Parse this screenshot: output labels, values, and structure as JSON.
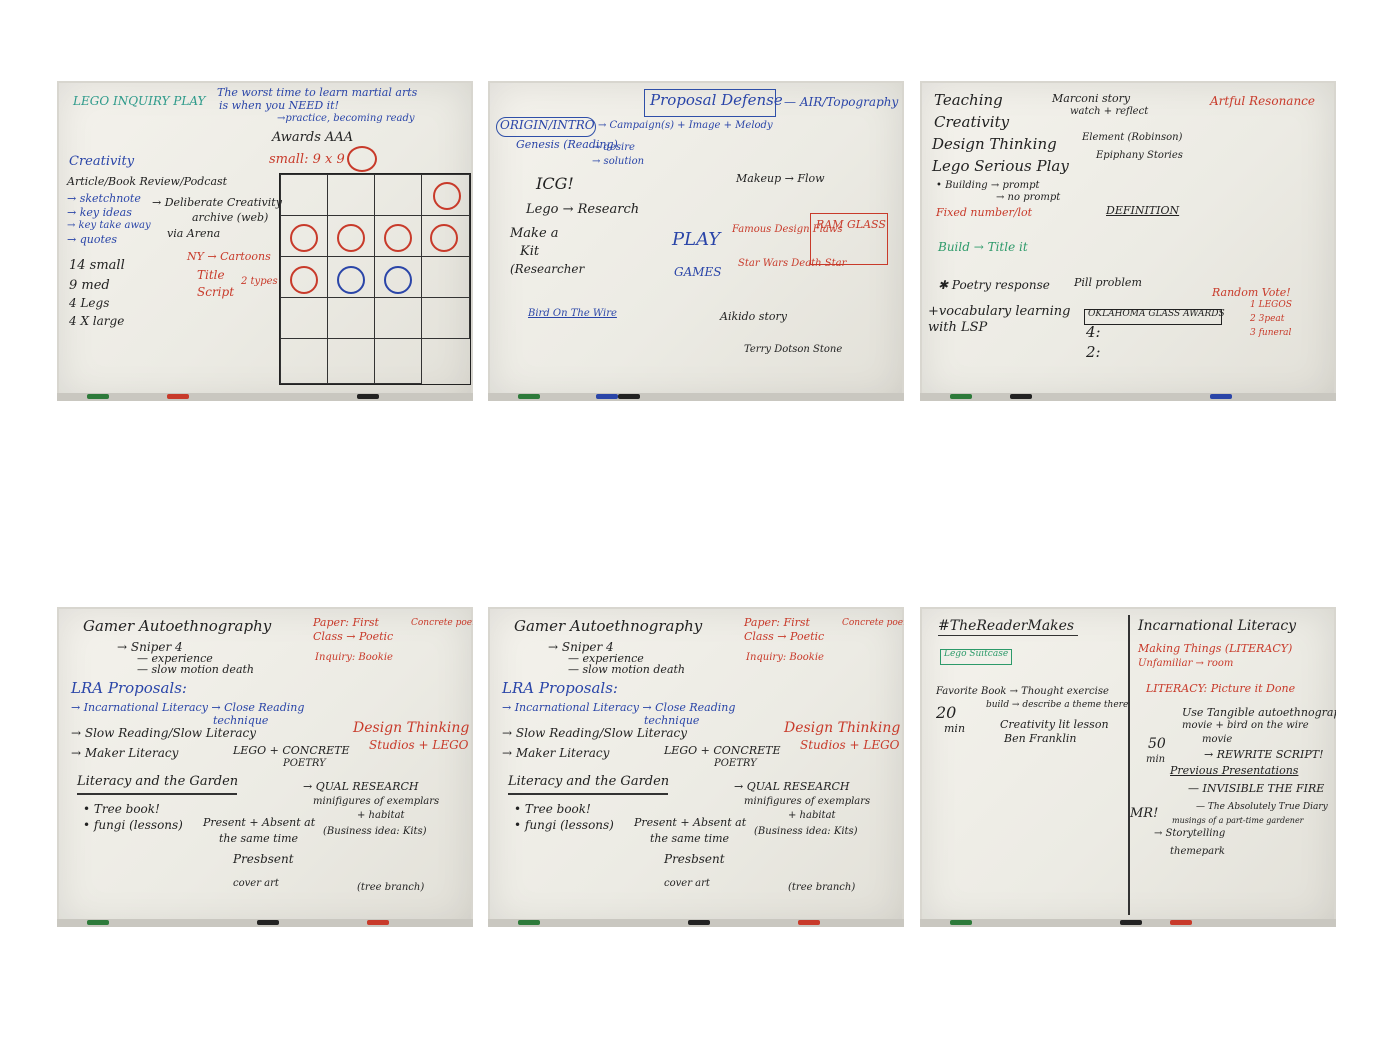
{
  "boards": [
    {
      "caption": "",
      "texts": {
        "lego_inquiry": "LEGO INQUIRY PLAY",
        "martial": "The worst time to learn martial arts",
        "martial2": "is when you NEED it!",
        "practice": "→practice, becoming ready",
        "awards": "Awards AAA",
        "small": "small: 9 x 9",
        "creativity": "Creativity",
        "article": "Article/Book Review/Podcast",
        "sketch": "→ sketchnote",
        "key": "→ key ideas",
        "takeaway": "→ key take away",
        "quotes": "→ quotes",
        "deliberate": "→ Deliberate Creativity",
        "archive": "archive (web)",
        "arena": "via Arena",
        "fourteen": "14 small",
        "nine": "9 med",
        "legs": "4 Legs",
        "xlarge": "4 X large",
        "ny": "NY → Cartoons",
        "title": "Title",
        "script": "Script",
        "types": "2 types"
      }
    },
    {
      "caption": "",
      "texts": {
        "proposal": "Proposal Defense",
        "origin": "ORIGIN/INTRO",
        "campaign": "→ Campaign(s) + Image + Melody",
        "genesis": "Genesis (Reading)",
        "desire": "→ desire",
        "solution": "→ solution",
        "icg": "ICG!",
        "lego": "Lego → Research",
        "make": "Make a",
        "kit": "Kit",
        "researcher": "(Researcher",
        "play": "PLAY",
        "games": "GAMES",
        "air": "— AIR/Topography",
        "ram": "RAM GLASS",
        "makeup": "Makeup → Flow",
        "famous": "Famous Design Flaws",
        "starwars": "Star Wars Death Star",
        "aikido": "Aikido story",
        "terry": "Terry Dotson Stone",
        "bird": "Bird On The Wire"
      }
    },
    {
      "caption": "",
      "texts": {
        "teaching": "Teaching",
        "creativity": "Creativity",
        "design": "Design Thinking",
        "lsp": "Lego Serious Play",
        "marconi": "Marconi story",
        "watch": "watch + reflect",
        "element": "Element (Robinson)",
        "epiphany": "Epiphany Stories",
        "artful": "Artful Resonance",
        "building": "• Building → prompt",
        "noprompt": "→ no prompt",
        "fixed": "Fixed number/lot",
        "build": "Build → Title it",
        "poetry": "✱ Poetry response",
        "vocab": "+vocabulary learning",
        "withlsp": "with LSP",
        "definition": "DEFINITION",
        "pill": "Pill problem",
        "oklahoma": "OKLAHOMA GLASS AWARDS",
        "four": "4:",
        "two": "2:",
        "random": "Random Vote!",
        "legos": "1 LEGOS",
        "threepeat": "2 3peat",
        "funeral": "3 funeral"
      }
    },
    {
      "caption": "",
      "texts": {
        "gamer": "Gamer Autoethnography",
        "sniper": "→ Sniper 4",
        "experience": "— experience",
        "slowmo": "— slow motion death",
        "paper": "Paper: First",
        "class": "Class → Poetic",
        "inquiry": "Inquiry: Bookie",
        "concrete": "Concrete poems",
        "lra": "LRA Proposals:",
        "incarnational": "→ Incarnational Literacy → Close Reading",
        "technique": "technique",
        "slow": "→ Slow Reading/Slow Literacy",
        "maker": "→ Maker Literacy",
        "design": "Design Thinking",
        "studios": "Studios + LEGO",
        "legoconcrete": "LEGO + CONCRETE",
        "poetry": "POETRY",
        "qual": "→ QUAL RESEARCH",
        "garden": "Literacy and the Garden",
        "tree": "• Tree book!",
        "fungi": "• fungi (lessons)",
        "present": "Present + Absent at",
        "sametime": "the same time",
        "presbsent": "Presbsent",
        "coverart": "cover art",
        "minifig": "minifigures of exemplars",
        "habitat": "+ habitat",
        "business": "(Business idea: Kits)",
        "treebranch": "(tree branch)"
      }
    },
    {
      "caption": "",
      "texts": {
        "gamer": "Gamer Autoethnography",
        "sniper": "→ Sniper 4",
        "experience": "— experience",
        "slowmo": "— slow motion death",
        "paper": "Paper: First",
        "class": "Class → Poetic",
        "inquiry": "Inquiry: Bookie",
        "concrete": "Concrete poems",
        "lra": "LRA Proposals:",
        "incarnational": "→ Incarnational Literacy → Close Reading",
        "technique": "technique",
        "slow": "→ Slow Reading/Slow Literacy",
        "maker": "→ Maker Literacy",
        "design": "Design Thinking",
        "studios": "Studios + LEGO",
        "legoconcrete": "LEGO + CONCRETE",
        "poetry": "POETRY",
        "qual": "→ QUAL RESEARCH",
        "garden": "Literacy and the Garden",
        "tree": "• Tree book!",
        "fungi": "• fungi (lessons)",
        "present": "Present + Absent at",
        "sametime": "the same time",
        "presbsent": "Presbsent",
        "coverart": "cover art",
        "minifig": "minifigures of exemplars",
        "habitat": "+ habitat",
        "business": "(Business idea: Kits)",
        "treebranch": "(tree branch)"
      }
    },
    {
      "caption": "",
      "texts": {
        "reader": "#TheReaderMakes",
        "legosuitcase": "Lego Suitcase",
        "favorite": "Favorite Book → Thought exercise",
        "buildit": "build → describe a theme there",
        "twenty": "20",
        "min": "min",
        "creativity": "Creativity lit lesson",
        "franklin": "Ben Franklin",
        "incarnational": "Incarnational Literacy",
        "making": "Making Things (LITERACY)",
        "unfamiliar": "Unfamiliar → room",
        "literacy": "LITERACY: Picture it Done",
        "use": "Use Tangible autoethnography",
        "movie": "movie + bird on the wire",
        "movie2": "movie",
        "fifty": "50",
        "min2": "min",
        "rewrite": "→ REWRITE SCRIPT!",
        "previous": "Previous Presentations",
        "invisible": "— INVISIBLE THE FIRE",
        "absolutely": "— The Absolutely True Diary",
        "musings": "musings of a part-time gardener",
        "mr": "MR!",
        "storytelling": "→ Storytelling",
        "themepark": "themepark"
      }
    }
  ]
}
